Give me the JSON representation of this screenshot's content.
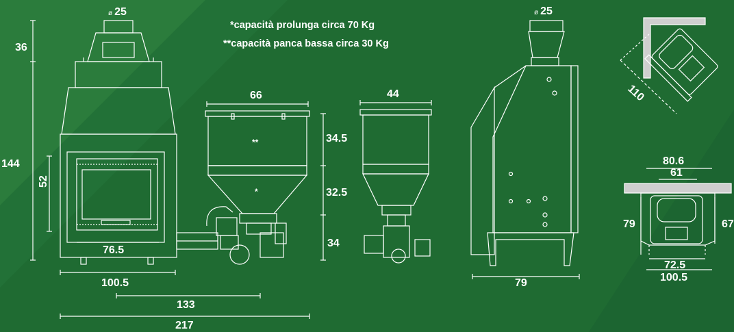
{
  "notes": {
    "line1": "*capacità prolunga circa 70 Kg",
    "line2": "**capacità panca bassa circa 30 Kg"
  },
  "diameter_symbol": "ø",
  "markers": {
    "single": "*",
    "double": "**"
  },
  "front_view": {
    "flue_diameter": "25",
    "top_height": "36",
    "total_height": "144",
    "door_height": "52",
    "door_width": "76.5",
    "body_width": "100.5",
    "span_133": "133",
    "total_width": "217"
  },
  "hopper_front": {
    "width": "66",
    "upper_height": "34.5",
    "middle_height": "32.5",
    "lower_height": "34"
  },
  "hopper_side": {
    "width": "44"
  },
  "side_view": {
    "flue_diameter": "25",
    "depth": "79"
  },
  "corner_plan": {
    "diagonal": "110"
  },
  "wall_plan": {
    "outer_top": "80.6",
    "inner_top": "61",
    "left_depth": "79",
    "right_depth": "67",
    "inner_bottom": "72.5",
    "outer_bottom": "100.5"
  },
  "colors": {
    "background": "#1f6b32",
    "background_light": "#2a7a3b",
    "line": "#ffffff",
    "brick": "#cfcfcf"
  }
}
